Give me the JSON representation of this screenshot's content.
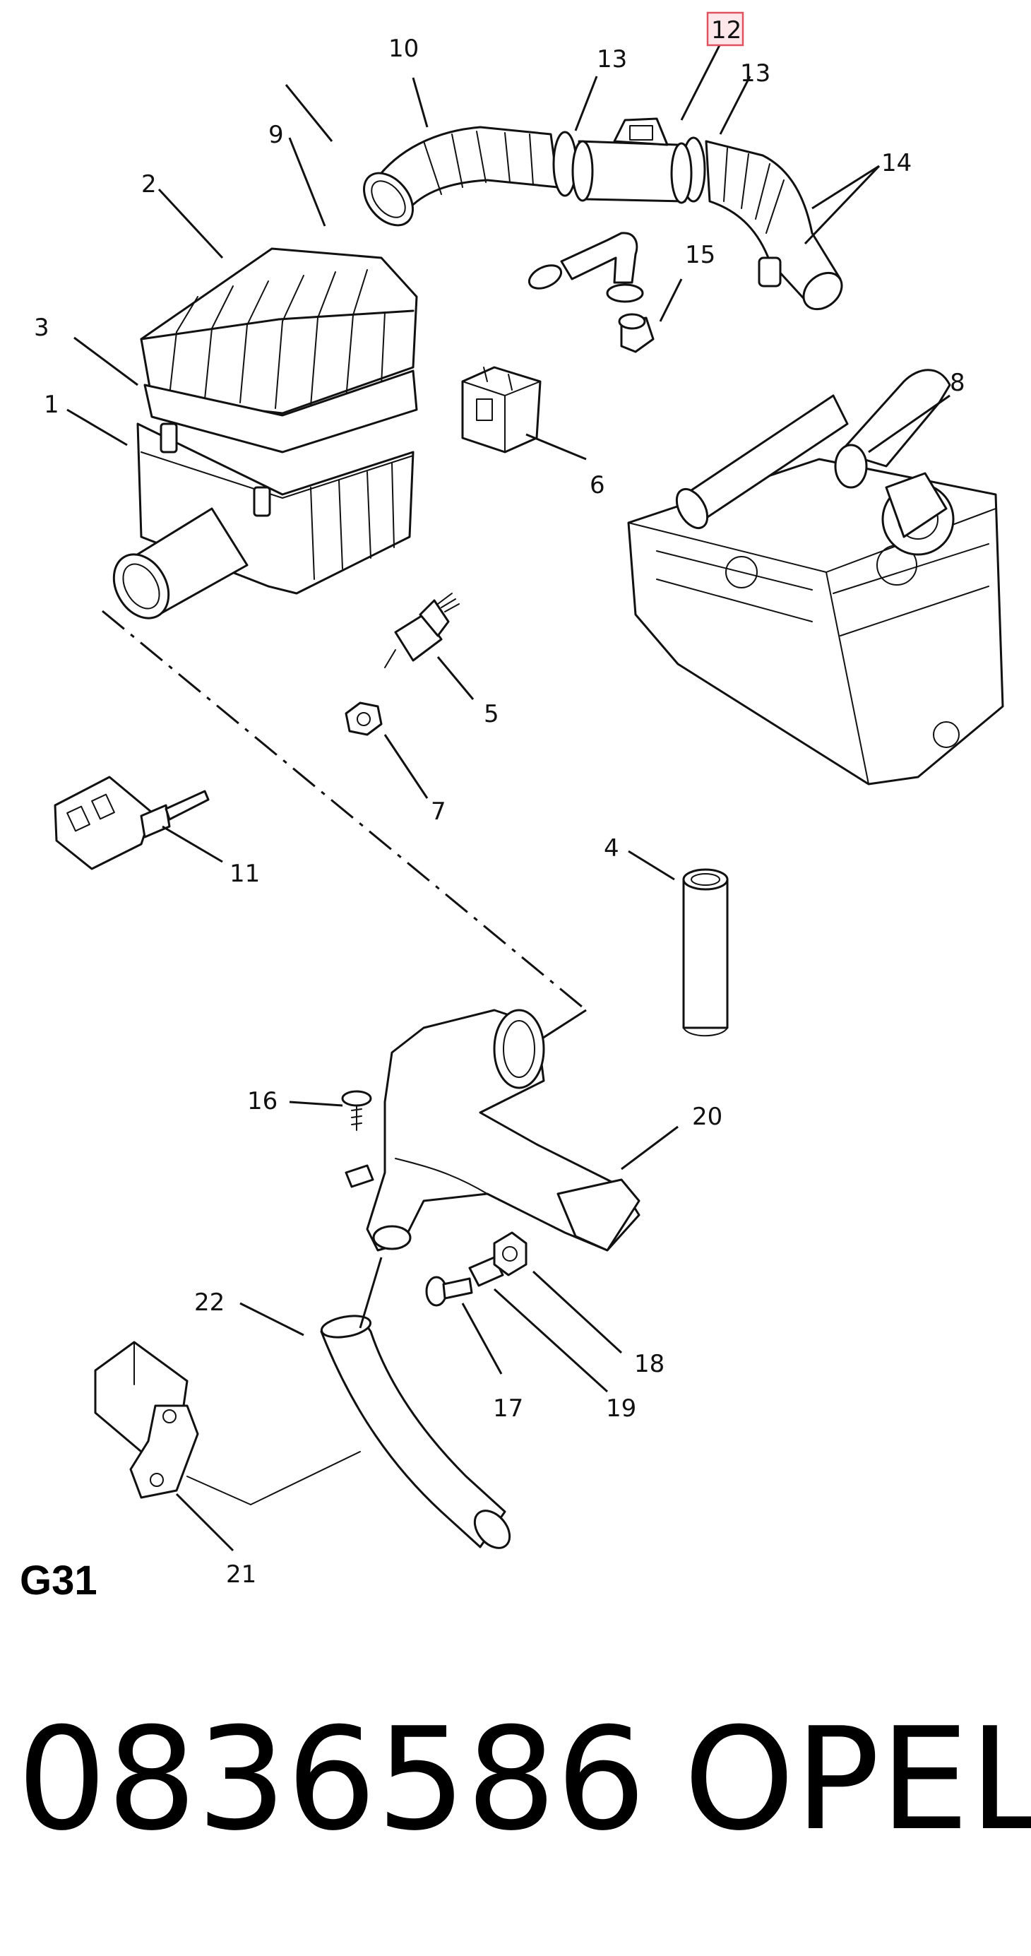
{
  "group_label": "G31",
  "part_code": "0836586",
  "brand": "OPEL",
  "highlighted_callout": "12",
  "callouts": {
    "c1": "1",
    "c2": "2",
    "c3": "3",
    "c4": "4",
    "c5": "5",
    "c6": "6",
    "c7": "7",
    "c8": "8",
    "c9": "9",
    "c10": "10",
    "c11": "11",
    "c12": "12",
    "c13a": "13",
    "c13b": "13",
    "c14": "14",
    "c15": "15",
    "c16": "16",
    "c17": "17",
    "c18": "18",
    "c19": "19",
    "c20": "20",
    "c21": "21",
    "c22": "22"
  },
  "colors": {
    "highlight_fill": "#fde7ea",
    "highlight_border": "#e0525f",
    "line": "#111111"
  }
}
